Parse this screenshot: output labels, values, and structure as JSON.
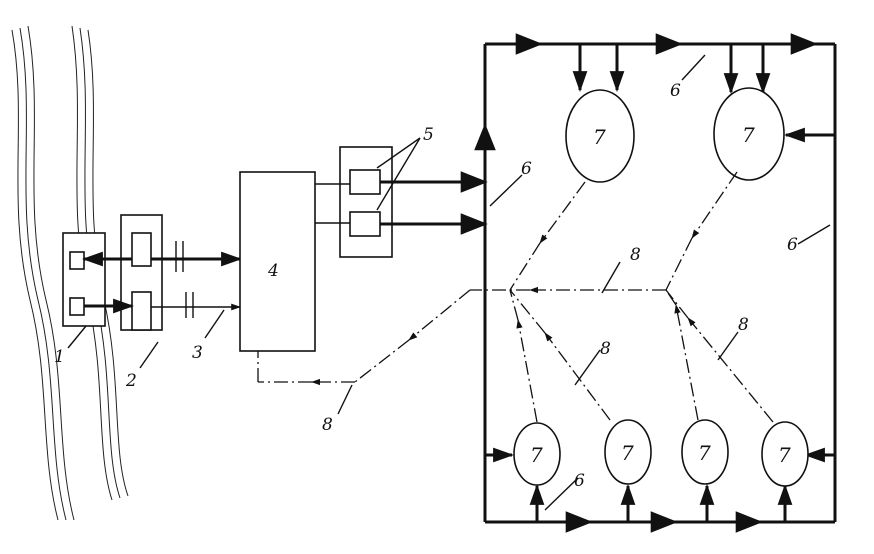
{
  "labels": {
    "l1": "1",
    "l2": "2",
    "l3": "3",
    "l4": "4",
    "l5": "5",
    "l6a": "6",
    "l6b": "6",
    "l6c": "6",
    "l6d": "6",
    "l7": [
      "7",
      "7",
      "7",
      "7",
      "7",
      "7"
    ],
    "l8a": "8",
    "l8b": "8",
    "l8c": "8",
    "l8d": "8"
  }
}
